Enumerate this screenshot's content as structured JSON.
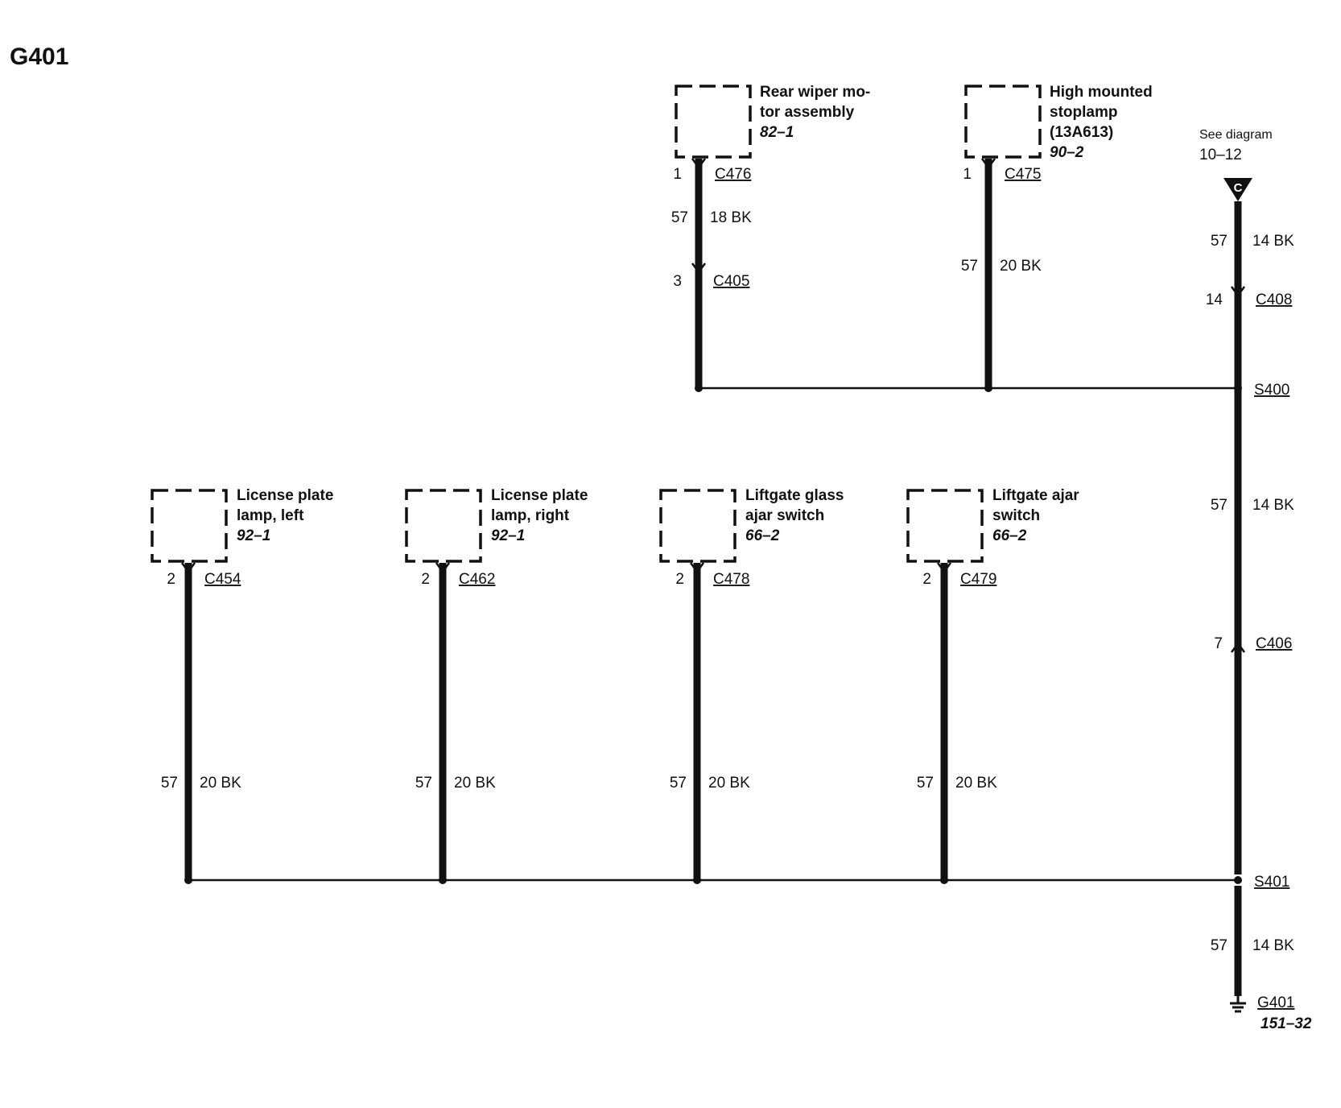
{
  "page_title": "G401",
  "see_diagram": {
    "line1": "See diagram",
    "line2": "10–12",
    "symbol": "C"
  },
  "components": [
    {
      "id": "rear_wiper",
      "lines": [
        "Rear wiper mo-",
        "tor assembly"
      ],
      "ref": "82–1"
    },
    {
      "id": "high_mounted_stoplamp",
      "lines": [
        "High mounted",
        "stoplamp",
        "(13A613)"
      ],
      "ref": "90–2"
    },
    {
      "id": "license_left",
      "lines": [
        "License plate",
        "lamp, left"
      ],
      "ref": "92–1"
    },
    {
      "id": "license_right",
      "lines": [
        "License plate",
        "lamp, right"
      ],
      "ref": "92–1"
    },
    {
      "id": "liftgate_glass",
      "lines": [
        "Liftgate glass",
        "ajar switch"
      ],
      "ref": "66–2"
    },
    {
      "id": "liftgate_ajar",
      "lines": [
        "Liftgate ajar",
        "switch"
      ],
      "ref": "66–2"
    }
  ],
  "connectors": [
    {
      "id": "C476",
      "pin": "1"
    },
    {
      "id": "C405",
      "pin": "3"
    },
    {
      "id": "C475",
      "pin": "1"
    },
    {
      "id": "C408",
      "pin": "14"
    },
    {
      "id": "C454",
      "pin": "2"
    },
    {
      "id": "C462",
      "pin": "2"
    },
    {
      "id": "C478",
      "pin": "2"
    },
    {
      "id": "C479",
      "pin": "2"
    },
    {
      "id": "C406",
      "pin": "7"
    }
  ],
  "wires": [
    {
      "circuit": "57",
      "gauge": "18 BK"
    },
    {
      "circuit": "57",
      "gauge": "20 BK"
    },
    {
      "circuit": "57",
      "gauge": "14 BK"
    },
    {
      "circuit": "57",
      "gauge": "14 BK"
    },
    {
      "circuit": "57",
      "gauge": "20 BK"
    },
    {
      "circuit": "57",
      "gauge": "20 BK"
    },
    {
      "circuit": "57",
      "gauge": "20 BK"
    },
    {
      "circuit": "57",
      "gauge": "20 BK"
    },
    {
      "circuit": "57",
      "gauge": "14 BK"
    }
  ],
  "splices": [
    "S400",
    "S401"
  ],
  "ground": {
    "id": "G401",
    "ref": "151–32"
  }
}
